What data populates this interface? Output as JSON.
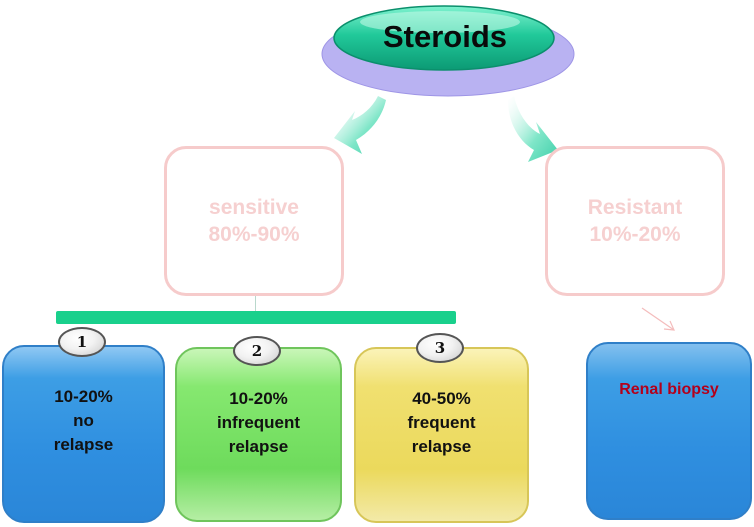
{
  "root": {
    "label": "Steroids"
  },
  "sensitive": {
    "text": "sensitive\n80%-90%"
  },
  "resistant": {
    "text": "Resistant\n10%-20%"
  },
  "outcomes": [
    {
      "number": "1",
      "text": "10-20%\nno\nrelapse"
    },
    {
      "number": "2",
      "text": "10-20%\ninfrequent\nrelapse"
    },
    {
      "number": "3",
      "text": "40-50%\nfrequent\nrelapse"
    }
  ],
  "biopsy": {
    "label": "Renal biopsy"
  },
  "colors": {
    "oval": "#12b58a",
    "oval_shadow": "#b7b0f0",
    "arrow": "#5ed6b8",
    "bar": "#19d08c",
    "outline": "#f6cbcb",
    "biopsy_text": "#b3001b"
  }
}
